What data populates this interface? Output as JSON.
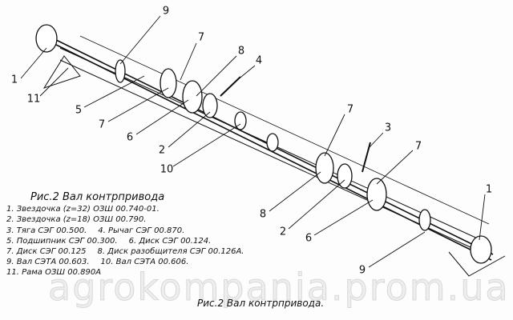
{
  "title": "Рис.2  Вал контрпривода",
  "legend": {
    "i1": "1. Звездочка (z=32) ОЗШ 00.740-01.",
    "i2": "2. Звездочка (z=18) ОЗШ 00.790.",
    "i3": "3. Тяга СЭГ 00.500.",
    "i4": "4. Рычаг СЭГ 00.870.",
    "i5": "5. Подшипник СЭГ 00.300.",
    "i6": "6. Диск СЭГ 00.124.",
    "i7": "7. Диск СЭГ 00.125",
    "i8": "8. Диск разобщителя СЭГ 00.126А.",
    "i9": "9. Вал СЭТА 00.603.",
    "i10": "10. Вал СЭТА 00.606.",
    "i11": "11. Рама ОЗШ 00.890А"
  },
  "callouts": [
    "1",
    "11",
    "9",
    "5",
    "7",
    "6",
    "7",
    "8",
    "4",
    "2",
    "10",
    "7",
    "3",
    "7",
    "8",
    "2",
    "6",
    "9",
    "1"
  ],
  "caption": "Рис.2 Вал контрпривода.",
  "watermark": "agrokompania.prom.ua"
}
